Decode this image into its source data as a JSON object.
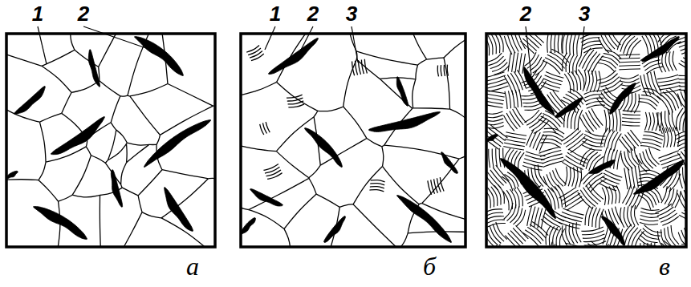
{
  "diagram": {
    "labels": [
      "1",
      "2",
      "1",
      "2",
      "3",
      "2",
      "3",
      "а",
      "б",
      "в"
    ]
  }
}
